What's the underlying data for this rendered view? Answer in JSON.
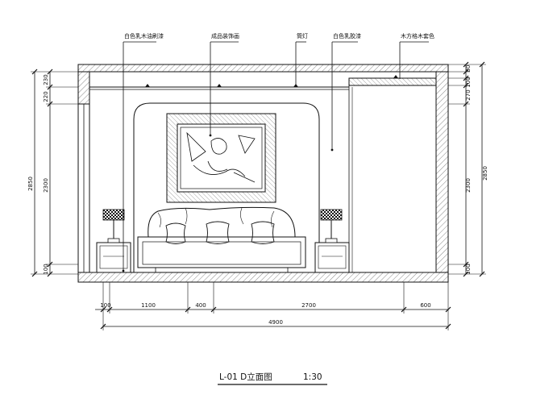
{
  "annotations": [
    {
      "id": "a1",
      "text": "白色乳木油刷漆"
    },
    {
      "id": "a2",
      "text": "成品装饰画"
    },
    {
      "id": "a3",
      "text": "筒灯"
    },
    {
      "id": "a4",
      "text": "白色乳胶漆"
    },
    {
      "id": "a5",
      "text": "木方格木套色"
    }
  ],
  "dims": {
    "left": {
      "total": "2850",
      "top1": "230",
      "top2": "220",
      "mid": "2300",
      "bottom": "100"
    },
    "right": {
      "total": "2850",
      "top0": "80",
      "top1": "100",
      "top2": "270",
      "mid": "2300",
      "bottom": "100"
    },
    "bottom": {
      "d1": "100",
      "d2": "1100",
      "d3": "400",
      "d4": "2700",
      "d5": "600",
      "total": "4900"
    }
  },
  "title": {
    "label": "L-01 D立面图",
    "scale": "1:30"
  }
}
